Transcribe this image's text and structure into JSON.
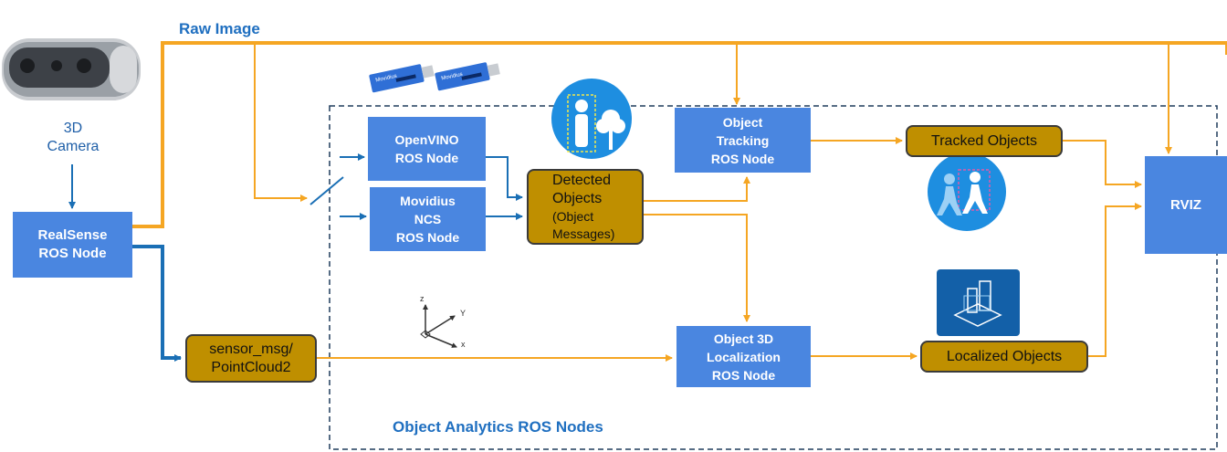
{
  "labels": {
    "raw_image": "Raw Image",
    "camera": "3D\nCamera",
    "group": "Object Analytics ROS Nodes"
  },
  "nodes": {
    "realsense": "RealSense\nROS Node",
    "openvino": "OpenVINO\nROS Node",
    "movidius": "Movidius\nNCS\nROS Node",
    "tracking": "Object\nTracking\nROS Node",
    "localization": "Object 3D\nLocalization\nROS Node",
    "rviz": "RVIZ"
  },
  "messages": {
    "pointcloud": "sensor_msg/\nPointCloud2",
    "detected_main": "Detected\nObjects",
    "detected_sub": "(Object\nMessages)",
    "tracked": "Tracked Objects",
    "localized": "Localized Objects"
  },
  "icons": {
    "axis_z": "z",
    "axis_y": "Y",
    "axis_x": "x",
    "usb_brand": "Movidius"
  },
  "colors": {
    "node": "#4a86e0",
    "message": "#bf8f00",
    "orange_flow": "#f5a623",
    "blue_flow": "#1a6fb5",
    "group_border": "#1f3b5c"
  }
}
